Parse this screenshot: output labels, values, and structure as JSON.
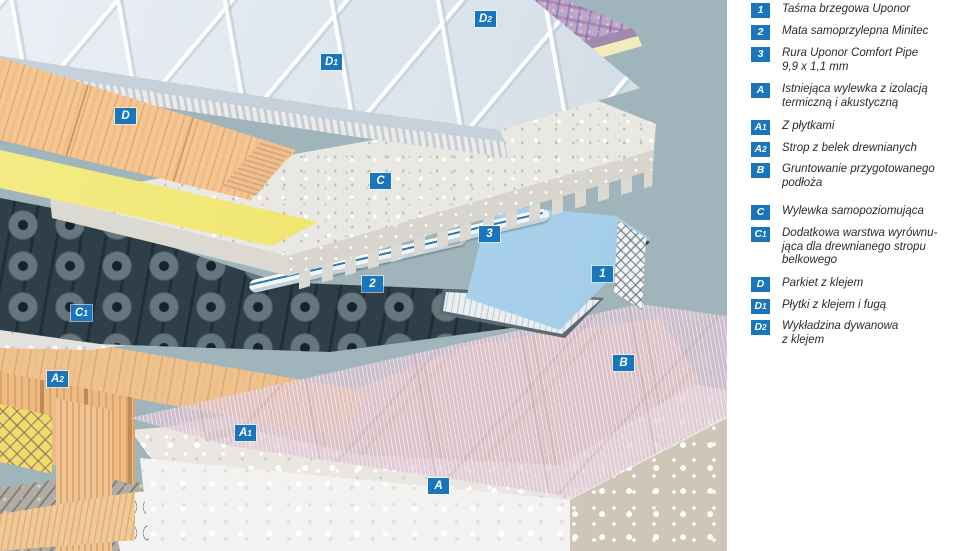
{
  "colors": {
    "diagram_background": "#9fb4bb",
    "legend_background": "#ffffff",
    "badge_blue": "#1976bc",
    "badge_text": "#ffffff",
    "edge_tape_blue": "#aed3ec",
    "carpet_mauve": "#bfa6c6",
    "underlay_yellow": "#efe469",
    "parquet_orange": "#f3c693",
    "mat_dark": "#2f3f49",
    "pipe_stripe_blue": "#2a7ab8",
    "primer_pink": "#dec4d1"
  },
  "legend": {
    "items": [
      {
        "id": "1",
        "badge_main": "1",
        "badge_sub": "",
        "text": "Taśma brzegowa Uponor"
      },
      {
        "id": "2",
        "badge_main": "2",
        "badge_sub": "",
        "text": "Mata samoprzylepna Minitec"
      },
      {
        "id": "3",
        "badge_main": "3",
        "badge_sub": "",
        "text": "Rura Uponor Comfort Pipe\n9,9 x 1,1 mm"
      },
      {
        "id": "A",
        "badge_main": "A",
        "badge_sub": "",
        "text": "Istniejąca wylewka z izolacją\ntermiczną i akustyczną"
      },
      {
        "id": "A1",
        "badge_main": "A",
        "badge_sub": "1",
        "text": "Z płytkami"
      },
      {
        "id": "A2",
        "badge_main": "A",
        "badge_sub": "2",
        "text": "Strop z belek drewnianych"
      },
      {
        "id": "B",
        "badge_main": "B",
        "badge_sub": "",
        "text": "Gruntowanie przygotowanego\npodłoża"
      },
      {
        "id": "C",
        "badge_main": "C",
        "badge_sub": "",
        "text": "Wylewka samopoziomująca"
      },
      {
        "id": "C1",
        "badge_main": "C",
        "badge_sub": "1",
        "text": "Dodatkowa warstwa wyrównu-\njąca dla drewnianego stropu\nbelkowego"
      },
      {
        "id": "D",
        "badge_main": "D",
        "badge_sub": "",
        "text": "Parkiet z klejem"
      },
      {
        "id": "D1",
        "badge_main": "D",
        "badge_sub": "1",
        "text": "Płytki z klejem i fugą"
      },
      {
        "id": "D2",
        "badge_main": "D",
        "badge_sub": "2",
        "text": "Wykładzina dywanowa\nz klejem"
      }
    ]
  },
  "diagram": {
    "description": "Exploded isometric build-up of Uponor Minitec underfloor heating renovation system",
    "layer_names": [
      "carpet-D2",
      "tiles-D1",
      "parquet-D",
      "self-leveling-screed-C",
      "leveling-layer-C1",
      "minitec-mat-2",
      "comfort-pipe-3",
      "edge-tape-1",
      "primer-B",
      "existing-screed-A",
      "screed-with-tiles-A1",
      "wooden-beam-ceiling-A2"
    ]
  }
}
